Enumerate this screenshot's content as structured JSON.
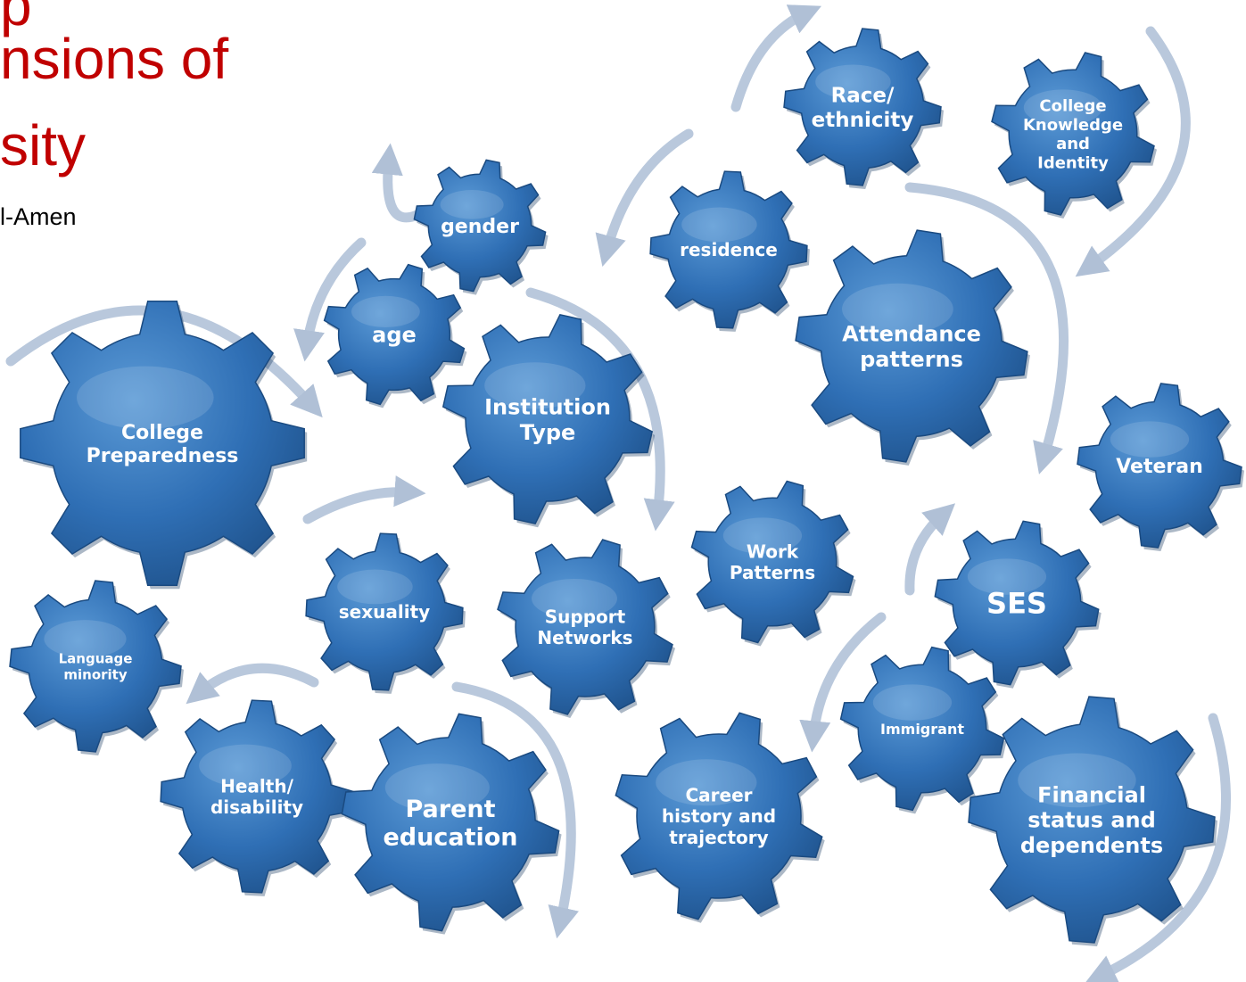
{
  "title": {
    "line1": "p",
    "line2": "nsions of",
    "line3": "sity",
    "subtitle": "l-Amen"
  },
  "colors": {
    "title": "#c00000",
    "gear_light": "#5b9ad6",
    "gear_mid": "#2f6fb5",
    "gear_dark": "#1d4f87",
    "arrow": "#b9c8dc",
    "label": "#ffffff"
  },
  "gears": [
    {
      "id": "race-ethnicity",
      "lines": [
        "Race/",
        "ethnicity"
      ]
    },
    {
      "id": "college-knowledge-identity",
      "lines": [
        "College",
        "Knowledge",
        "and",
        "Identity"
      ]
    },
    {
      "id": "gender",
      "lines": [
        "gender"
      ]
    },
    {
      "id": "residence",
      "lines": [
        "residence"
      ]
    },
    {
      "id": "age",
      "lines": [
        "age"
      ]
    },
    {
      "id": "attendance-patterns",
      "lines": [
        "Attendance",
        "patterns"
      ]
    },
    {
      "id": "college-preparedness",
      "lines": [
        "College",
        "Preparedness"
      ]
    },
    {
      "id": "institution-type",
      "lines": [
        "Institution",
        "Type"
      ]
    },
    {
      "id": "veteran",
      "lines": [
        "Veteran"
      ]
    },
    {
      "id": "work-patterns",
      "lines": [
        "Work",
        "Patterns"
      ]
    },
    {
      "id": "ses",
      "lines": [
        "SES"
      ]
    },
    {
      "id": "sexuality",
      "lines": [
        "sexuality"
      ]
    },
    {
      "id": "support-networks",
      "lines": [
        "Support",
        "Networks"
      ]
    },
    {
      "id": "language-minority",
      "lines": [
        "Language",
        "minority"
      ]
    },
    {
      "id": "immigrant",
      "lines": [
        "Immigrant"
      ]
    },
    {
      "id": "health-disability",
      "lines": [
        "Health/",
        "disability"
      ]
    },
    {
      "id": "parent-education",
      "lines": [
        "Parent",
        "education"
      ]
    },
    {
      "id": "career-history-trajectory",
      "lines": [
        "Career",
        "history and",
        "trajectory"
      ]
    },
    {
      "id": "financial-status-dependents",
      "lines": [
        "Financial",
        "status and",
        "dependents"
      ]
    }
  ]
}
